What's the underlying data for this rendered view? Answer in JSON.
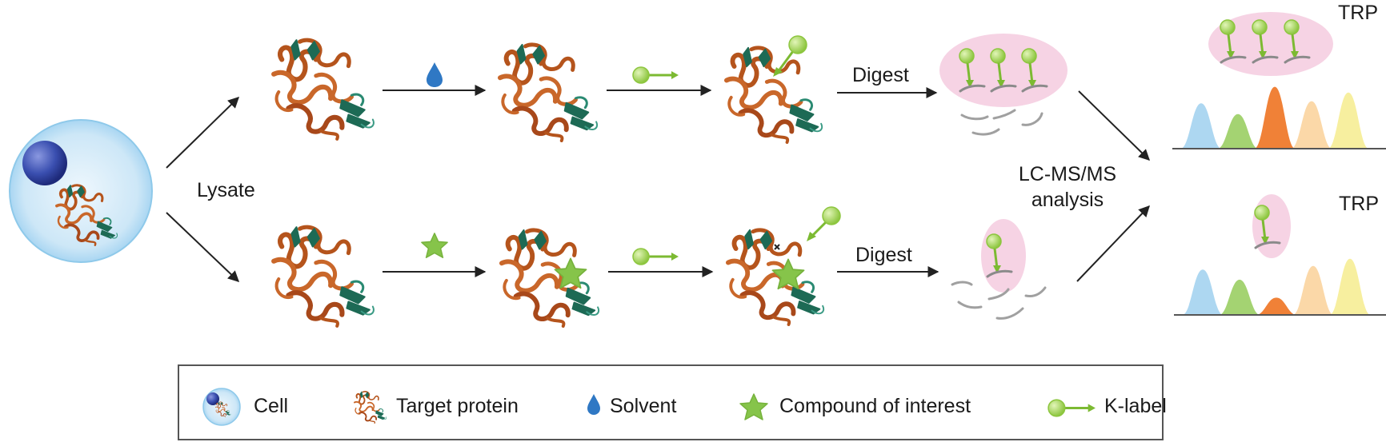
{
  "labels": {
    "lysate": "Lysate",
    "digest_top": "Digest",
    "digest_bottom": "Digest",
    "lcms_line1": "LC-MS/MS",
    "lcms_line2": "analysis",
    "trp_top": "TRP",
    "trp_bottom": "TRP"
  },
  "legend": {
    "cell": "Cell",
    "target_protein": "Target protein",
    "solvent": "Solvent",
    "compound": "Compound of interest",
    "k_label": "K-label"
  },
  "colors": {
    "cell_fill": "#d6ecf8",
    "cell_border": "#8ec9ea",
    "nucleus": "#3a4fb0",
    "protein_orange": "#b5541c",
    "protein_green": "#1d6a55",
    "solvent": "#2f78c4",
    "compound": "#86c44a",
    "k_label": "#8dc63f",
    "digest_bubble": "#f6d3e4",
    "peptide": "#9a9a9a",
    "peak_blue": "#a9d5f0",
    "peak_green": "#9fd16a",
    "peak_orange": "#ef7a2c",
    "peak_peach": "#fbd6a3",
    "peak_yellow": "#f7ee9a"
  },
  "chromatograms": {
    "top_peak_heights": [
      0.63,
      0.48,
      0.86,
      0.66,
      0.78
    ],
    "bottom_peak_heights": [
      0.63,
      0.49,
      0.24,
      0.68,
      0.78
    ]
  }
}
